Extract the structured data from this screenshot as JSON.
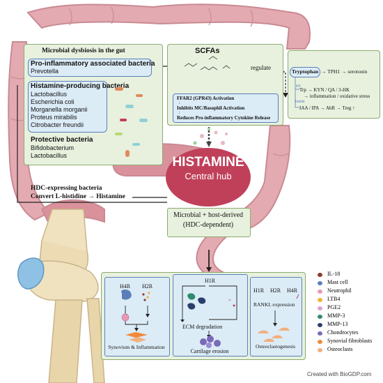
{
  "gut_box": {
    "title": "Microbial dysbiosis in the gut",
    "proinflammatory": {
      "heading": "Pro-inflammatory associated bacteria",
      "items": [
        "Prevotella"
      ]
    },
    "histamine_producing": {
      "heading": "Histamine-producing bacteria",
      "items": [
        "Lactobacillus",
        "Escherichia coli",
        "Morganella morganii",
        "Proteus mirabilis",
        "Citrobacter freundii"
      ]
    },
    "protective": {
      "heading": "Protective bacteria",
      "items": [
        "Bifidobacterium",
        "Lactobacillus"
      ]
    }
  },
  "hdc_note": {
    "line1": "HDC-expressing bacteria",
    "line2": "Convert L-histidine → Histamine"
  },
  "scfa": {
    "title": "SCFAs",
    "regulate": "regulate",
    "ffar2": "FFAR2 (GPR43) Activation",
    "inhibits": "Inhibits MC/Basophil Activation",
    "reduces": "Reduces Pro-inflammatory Cytokine Release",
    "down_arrow": "↓"
  },
  "tryptophan": {
    "label": "Tryptophan",
    "tph1": "→ TPH1 → serotonin",
    "kp_tag": "KP",
    "kp_line1": "Trp → KYN / QA / 3-HK",
    "kp_line2": "→ inflammation / oxidative stress",
    "indole_tag": "Indole",
    "indole_line": "IAA / IPA → AhR → Treg ↑"
  },
  "histamine_hub": {
    "title": "HISTAMINE",
    "subtitle": "Central hub",
    "source_line1": "Microbial + host-derived",
    "source_line2": "(HDC-dependent)"
  },
  "effects": {
    "synovium": {
      "h4r": "H4R",
      "h2r": "H2R",
      "caption": "Synovium & Inflammation"
    },
    "cartilage": {
      "h1r": "H1R",
      "ecm": "ECM degradation",
      "caption": "Cartilage erosion"
    },
    "bone": {
      "h1r": "H1R",
      "h2r": "H2R",
      "h4r": "H4R",
      "rankl": "RANKL expression",
      "caption": "Osteoclastogenesis"
    }
  },
  "legend": [
    {
      "label": "IL-18",
      "color": "#8a3a2a"
    },
    {
      "label": "Mast cell",
      "color": "#5a7fb8"
    },
    {
      "label": "Neutrophil",
      "color": "#e79ab6"
    },
    {
      "label": "LTB4",
      "color": "#f0b23a"
    },
    {
      "label": "PGE2",
      "color": "#d9a0d0"
    },
    {
      "label": "MMP-3",
      "color": "#2e8b6e"
    },
    {
      "label": "MMP-13",
      "color": "#2b3f6b"
    },
    {
      "label": "Chondrocytes",
      "color": "#7a6ab8"
    },
    {
      "label": "Synovial fibroblasts",
      "color": "#f08a3a"
    },
    {
      "label": "Osteoclasts",
      "color": "#f0b080"
    }
  ],
  "credit": "Created with BioGDP.com",
  "colors": {
    "gut_box": "#e8f1de",
    "bacteria_box": "#dcecf7",
    "histamine": "#c0405a",
    "effects_box": "#e8f1de"
  }
}
